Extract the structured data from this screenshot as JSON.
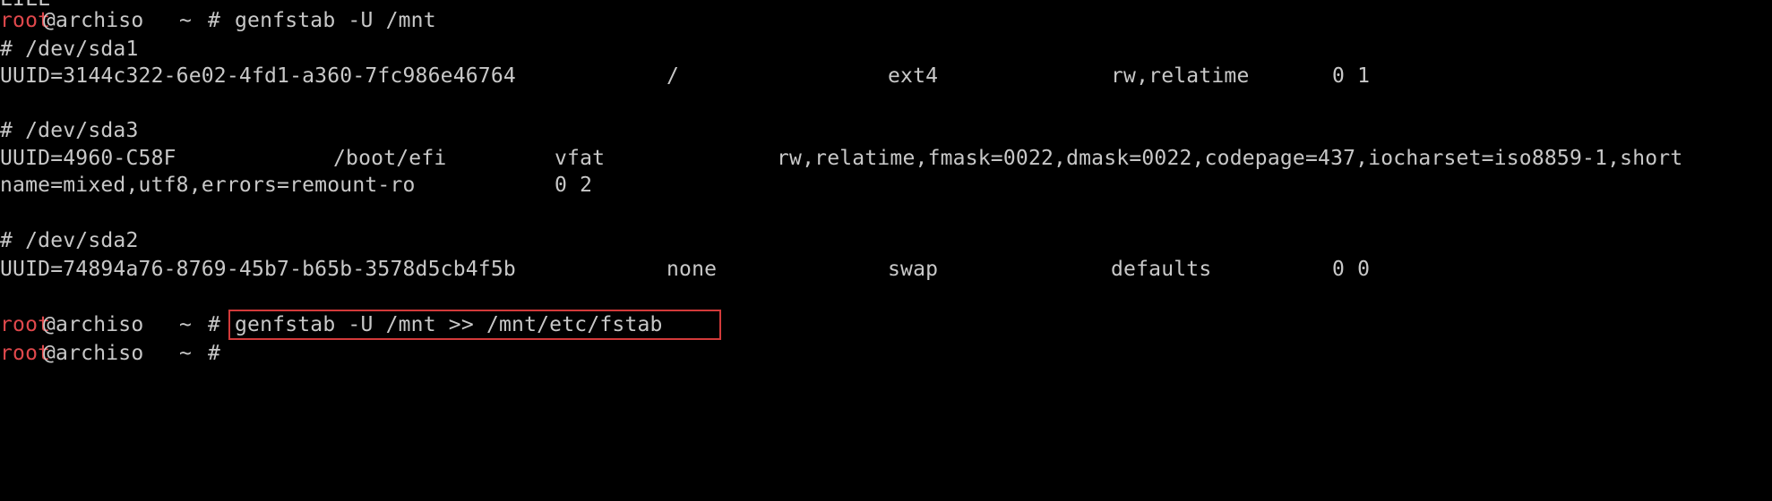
{
  "prompt": {
    "user": "root",
    "host": "@archiso",
    "dir": " ~ ",
    "symbol": "#"
  },
  "lines": {
    "top_fragment": "LILL",
    "cmd1": "genfstab -U /mnt",
    "c_sda1": "# /dev/sda1",
    "r1_uuid": "UUID=3144c322-6e02-4fd1-a360-7fc986e46764",
    "r1_mount": "/",
    "r1_type": "ext4",
    "r1_opts": "rw,relatime",
    "r1_dp": "0 1",
    "c_sda3": "# /dev/sda3",
    "r3_uuid": "UUID=4960-C58F",
    "r3_mount": "/boot/efi",
    "r3_type": "vfat",
    "r3_opts": "rw,relatime,fmask=0022,dmask=0022,codepage=437,iocharset=iso8859-1,short",
    "r3_cont": "name=mixed,utf8,errors=remount-ro",
    "r3_dp": "0 2",
    "c_sda2": "# /dev/sda2",
    "r2_uuid": "UUID=74894a76-8769-45b7-b65b-3578d5cb4f5b",
    "r2_mount": "none",
    "r2_type": "swap",
    "r2_opts": "defaults",
    "r2_dp": "0 0",
    "cmd2": "genfstab -U /mnt >> /mnt/etc/fstab"
  },
  "colors": {
    "background": "#000000",
    "text": "#c8c8c8",
    "prompt_user": "#e0484c",
    "highlight_box": "#d23a3a"
  }
}
